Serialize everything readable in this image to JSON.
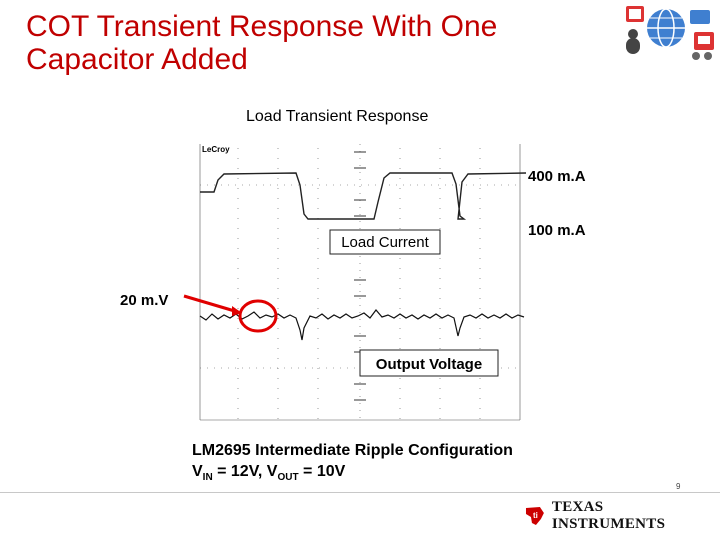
{
  "slide": {
    "title_line1": "COT Transient Response With One",
    "title_line2": "Capacitor Added",
    "page_number": "9"
  },
  "figure": {
    "title": "Load Transient Response",
    "scope_brand": "LeCroy",
    "label_high_current": "400 m.A",
    "label_low_current": "100 m.A",
    "label_ripple": "20 m.V",
    "load_current_label": "Load Current",
    "output_voltage_label": "Output Voltage"
  },
  "caption": {
    "line1": "LM2695 Intermediate Ripple Configuration",
    "vin_prefix": "V",
    "vin_sub": "IN",
    "vin_value": " = 12V, V",
    "vout_sub": "OUT",
    "vout_value": " = 10V"
  },
  "footer": {
    "company": "TEXAS INSTRUMENTS"
  },
  "colors": {
    "title": "#c00000",
    "arrow": "#e00000",
    "ti_red": "#cc0000"
  }
}
